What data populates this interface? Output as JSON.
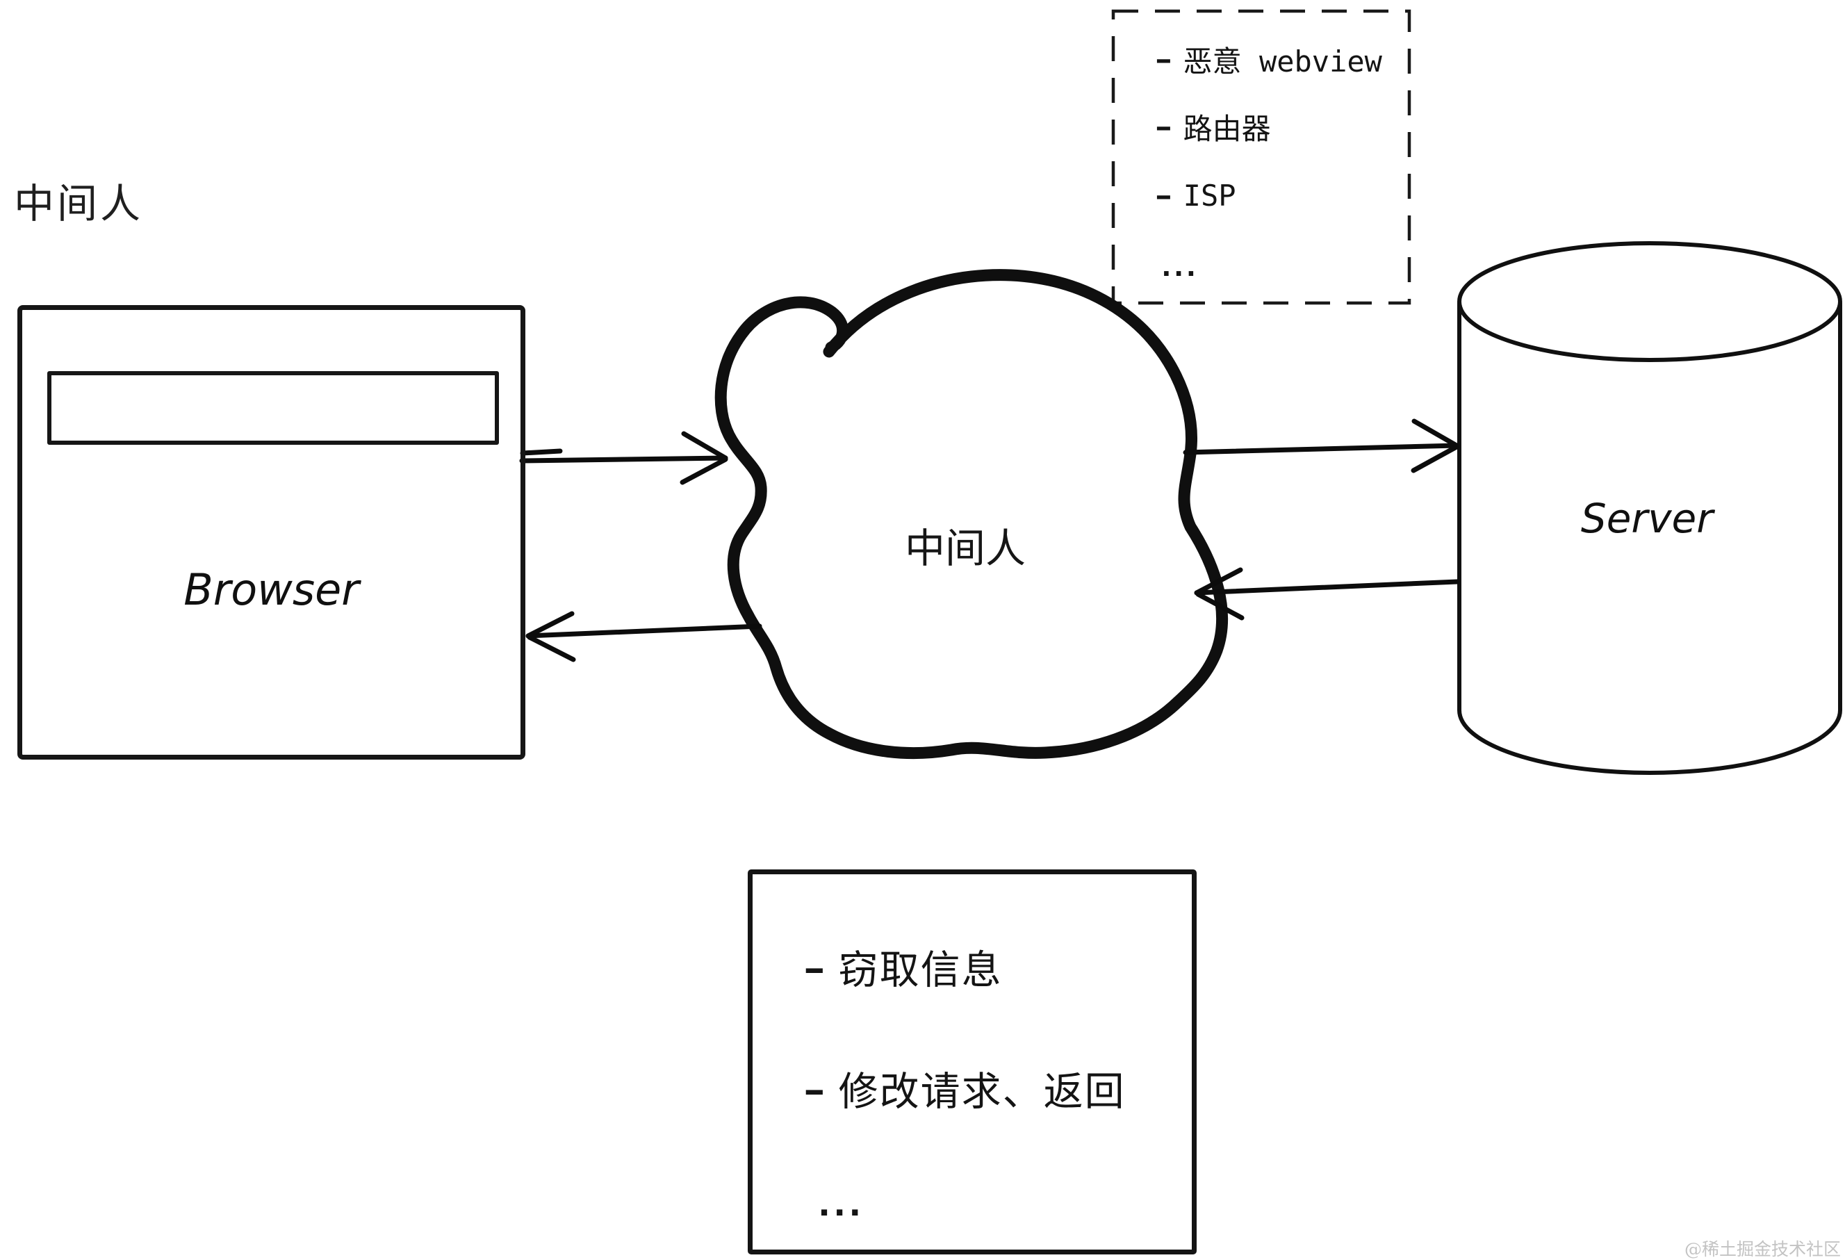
{
  "page": {
    "title": "中间人",
    "watermark": "@稀土掘金技术社区",
    "background": "#ffffff",
    "ink_color": "#141414",
    "watermark_color": "#c3c3c3"
  },
  "browser": {
    "label": "Browser"
  },
  "mitm_cloud": {
    "label": "中间人"
  },
  "server": {
    "label": "Server"
  },
  "attack_vectors": {
    "items": [
      {
        "bullet": "-",
        "text": "恶意 webview"
      },
      {
        "bullet": "-",
        "text": "路由器"
      },
      {
        "bullet": "-",
        "text": "ISP"
      },
      {
        "bullet": "",
        "text": "..."
      }
    ]
  },
  "attack_actions": {
    "items": [
      {
        "bullet": "-",
        "text": "窃取信息"
      },
      {
        "bullet": "-",
        "text": "修改请求、返回"
      },
      {
        "bullet": "",
        "text": "..."
      }
    ]
  }
}
